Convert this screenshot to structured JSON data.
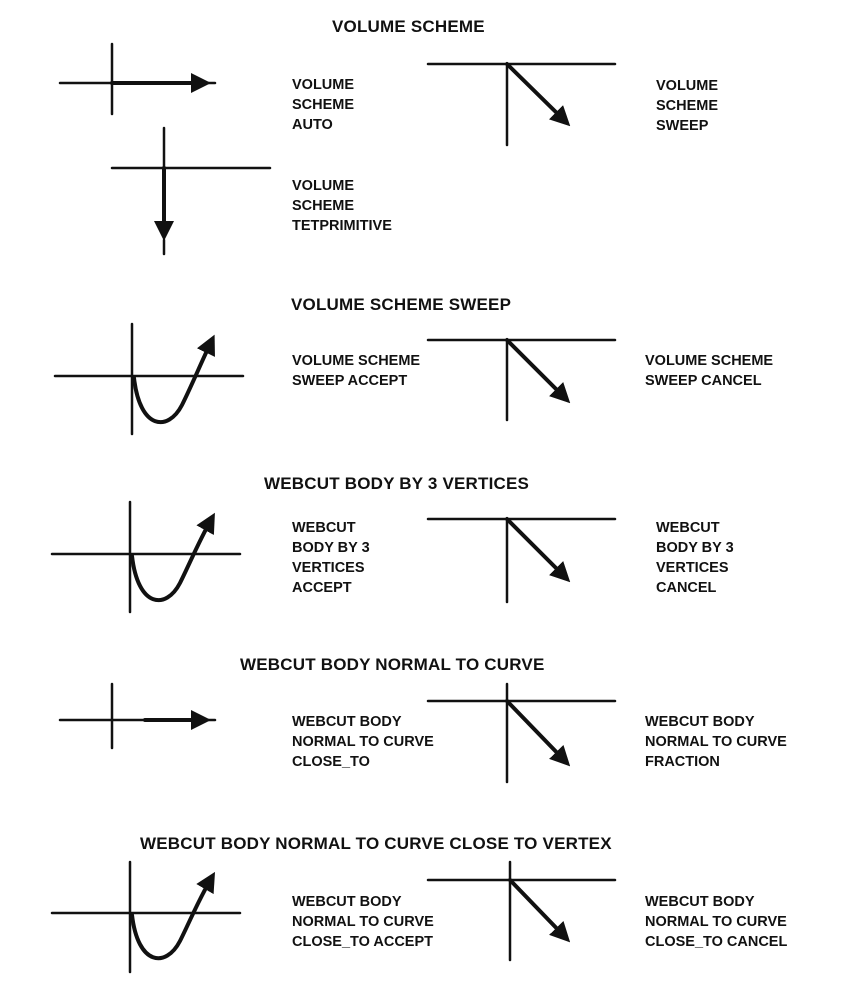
{
  "sections": [
    {
      "title": "VOLUME SCHEME",
      "commands": [
        {
          "lines": [
            "VOLUME",
            "SCHEME",
            "AUTO"
          ],
          "gesture_icon": "right-arrow-gesture-icon"
        },
        {
          "lines": [
            "VOLUME",
            "SCHEME",
            "SWEEP"
          ],
          "gesture_icon": "diagonal-arrow-gesture-icon"
        },
        {
          "lines": [
            "VOLUME",
            "SCHEME",
            "TETPRIMITIVE"
          ],
          "gesture_icon": "down-arrow-gesture-icon"
        }
      ]
    },
    {
      "title": "VOLUME SCHEME SWEEP",
      "commands": [
        {
          "lines": [
            "VOLUME SCHEME",
            "SWEEP ACCEPT"
          ],
          "gesture_icon": "check-curve-gesture-icon"
        },
        {
          "lines": [
            "VOLUME SCHEME",
            "SWEEP CANCEL"
          ],
          "gesture_icon": "diagonal-arrow-gesture-icon"
        }
      ]
    },
    {
      "title": "WEBCUT BODY BY 3 VERTICES",
      "commands": [
        {
          "lines": [
            "WEBCUT",
            "BODY BY 3",
            "VERTICES",
            "ACCEPT"
          ],
          "gesture_icon": "check-curve-gesture-icon"
        },
        {
          "lines": [
            "WEBCUT",
            "BODY BY 3",
            "VERTICES",
            "CANCEL"
          ],
          "gesture_icon": "diagonal-arrow-gesture-icon"
        }
      ]
    },
    {
      "title": "WEBCUT BODY NORMAL TO CURVE",
      "commands": [
        {
          "lines": [
            "WEBCUT BODY",
            "NORMAL TO CURVE",
            "CLOSE_TO"
          ],
          "gesture_icon": "right-arrow-gesture-icon"
        },
        {
          "lines": [
            "WEBCUT BODY",
            "NORMAL TO CURVE",
            "FRACTION"
          ],
          "gesture_icon": "diagonal-arrow-gesture-icon"
        }
      ]
    },
    {
      "title": "WEBCUT BODY NORMAL TO CURVE CLOSE TO VERTEX",
      "commands": [
        {
          "lines": [
            "WEBCUT BODY",
            "NORMAL TO CURVE",
            "CLOSE_TO ACCEPT"
          ],
          "gesture_icon": "check-curve-gesture-icon"
        },
        {
          "lines": [
            "WEBCUT BODY",
            "NORMAL TO CURVE",
            "CLOSE_TO CANCEL"
          ],
          "gesture_icon": "diagonal-arrow-gesture-icon"
        }
      ]
    }
  ]
}
